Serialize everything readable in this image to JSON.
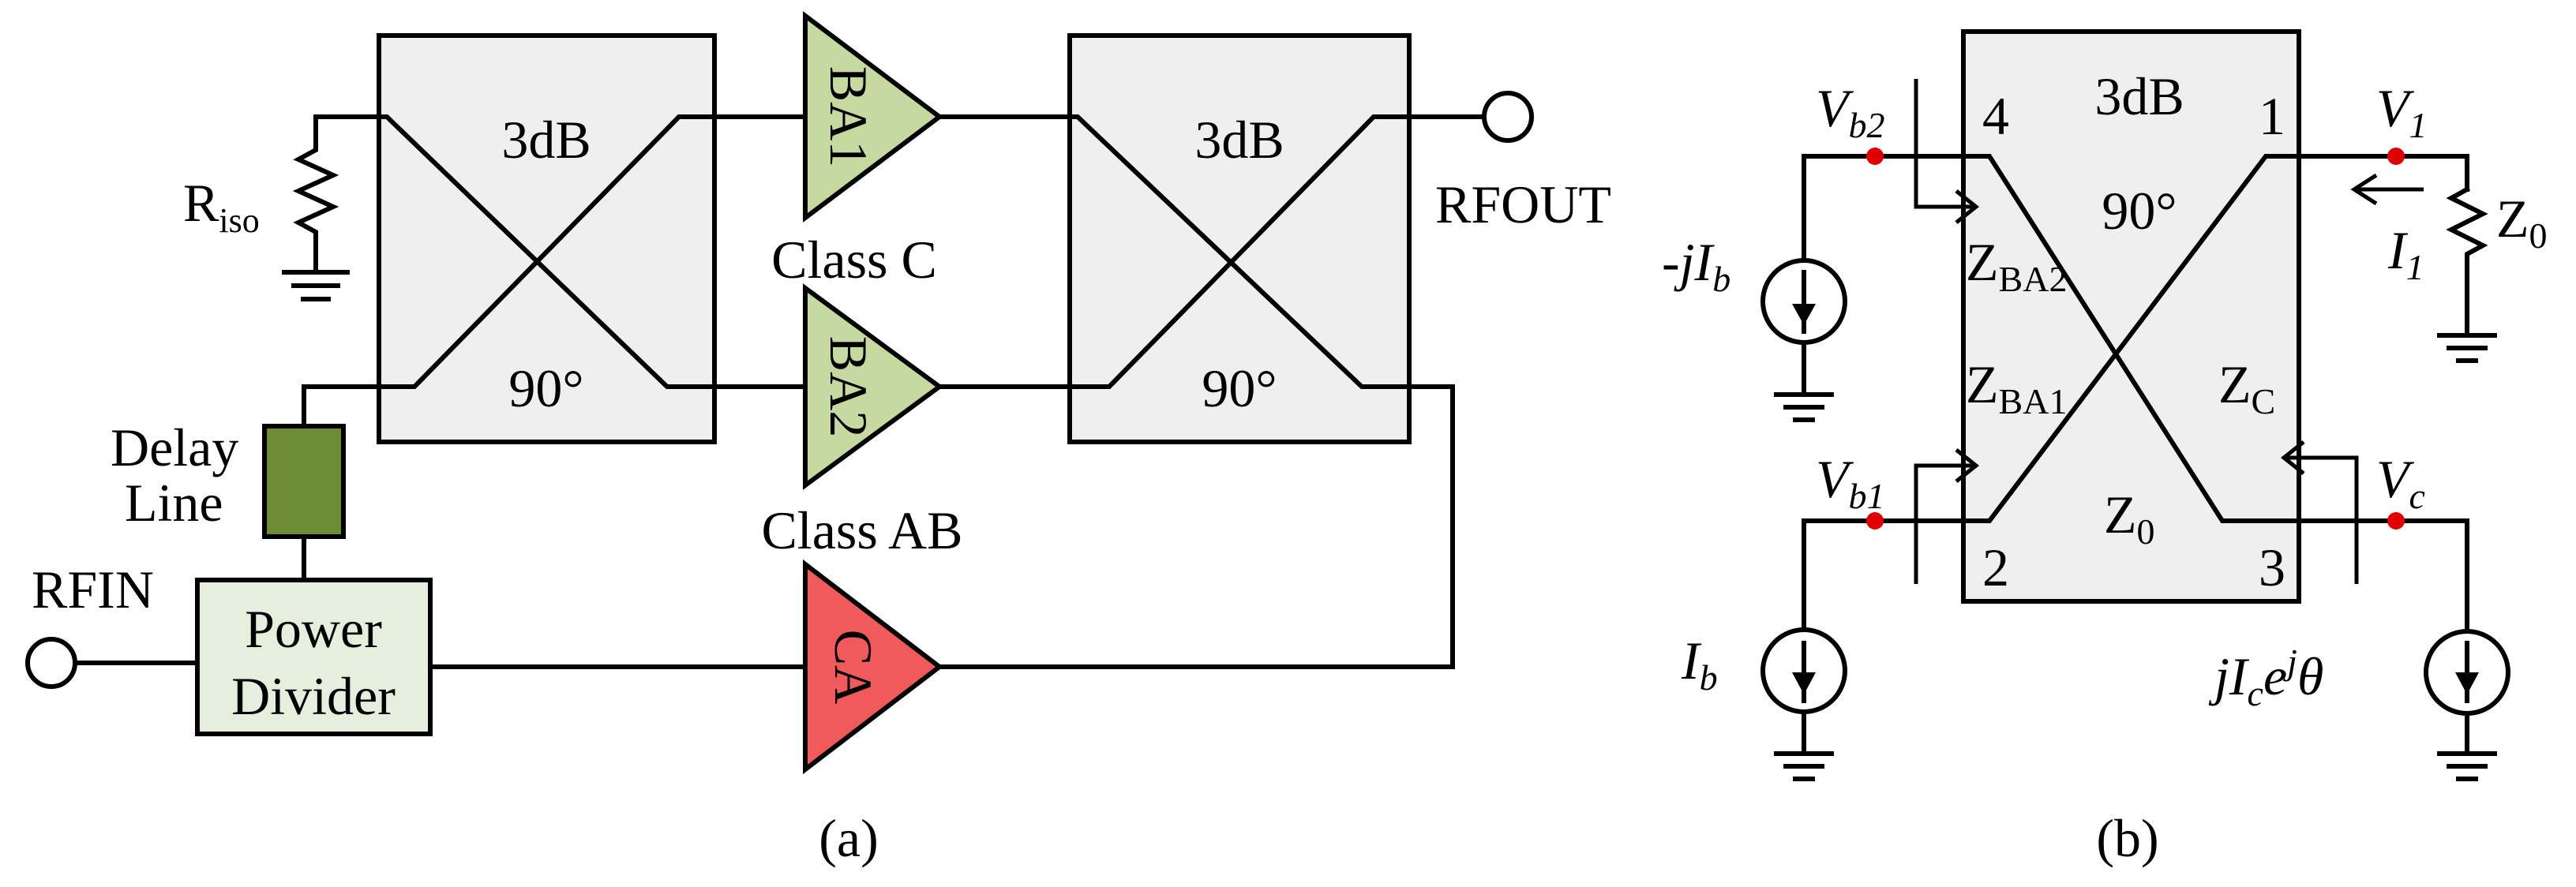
{
  "panel_a": {
    "caption": "(a)",
    "coupler1": {
      "top_label": "3dB",
      "bottom_label": "90°"
    },
    "coupler2": {
      "top_label": "3dB",
      "bottom_label": "90°"
    },
    "ba1": {
      "label": "BA1",
      "class_label": "Class C",
      "color": "#c6d9a0"
    },
    "ba2": {
      "label": "BA2",
      "class_label": "Class AB",
      "color": "#c6d9a0"
    },
    "ca": {
      "label": "CA",
      "color": "#f05a5a"
    },
    "riso": {
      "main": "R",
      "sub": "iso"
    },
    "delay_line": {
      "line1": "Delay",
      "line2": "Line",
      "color": "#6e8c34"
    },
    "power_divider": {
      "line1": "Power",
      "line2": "Divider",
      "color": "#e6eedd"
    },
    "rfin": "RFIN",
    "rfout": "RFOUT"
  },
  "panel_b": {
    "caption": "(b)",
    "coupler": {
      "top_label": "3dB",
      "mid_label": "90°",
      "bottom_label": "Z",
      "bottom_sub": "0"
    },
    "ports": {
      "p1": "1",
      "p2": "2",
      "p3": "3",
      "p4": "4"
    },
    "impedances": {
      "zba2": {
        "main": "Z",
        "sub": "BA2"
      },
      "zba1": {
        "main": "Z",
        "sub": "BA1"
      },
      "zc": {
        "main": "Z",
        "sub": "C"
      },
      "z0": {
        "main": "Z",
        "sub": "0"
      }
    },
    "voltages": {
      "vb2": {
        "main": "V",
        "sub": "b2"
      },
      "vb1": {
        "main": "V",
        "sub": "b1"
      },
      "v1": {
        "main": "V",
        "sub": "1"
      },
      "vc": {
        "main": "V",
        "sub": "c"
      }
    },
    "currents": {
      "i1": {
        "main": "I",
        "sub": "1"
      },
      "minus_jib": {
        "pre": "-jI",
        "sub": "b"
      },
      "ib": {
        "main": "I",
        "sub": "b"
      },
      "jic": {
        "pre": "jI",
        "sub": "c",
        "mid": "e",
        "sup": "j",
        "theta": "θ"
      }
    },
    "node_color": "#e00000"
  }
}
